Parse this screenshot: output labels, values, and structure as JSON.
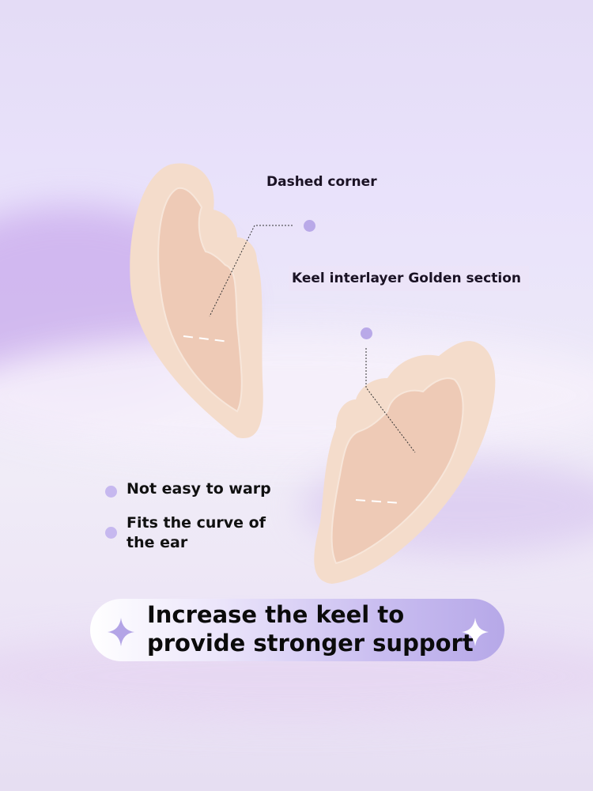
{
  "callouts": {
    "dashed_corner": "Dashed corner",
    "keel_interlayer": "Keel interlayer Golden section"
  },
  "features": [
    "Not easy to warp",
    "Fits the curve of\nthe ear"
  ],
  "banner": {
    "line1": "Increase the keel to",
    "line2": "provide stronger support"
  },
  "colors": {
    "accent": "#b9a9e8",
    "pad": "#f3d9c8"
  }
}
